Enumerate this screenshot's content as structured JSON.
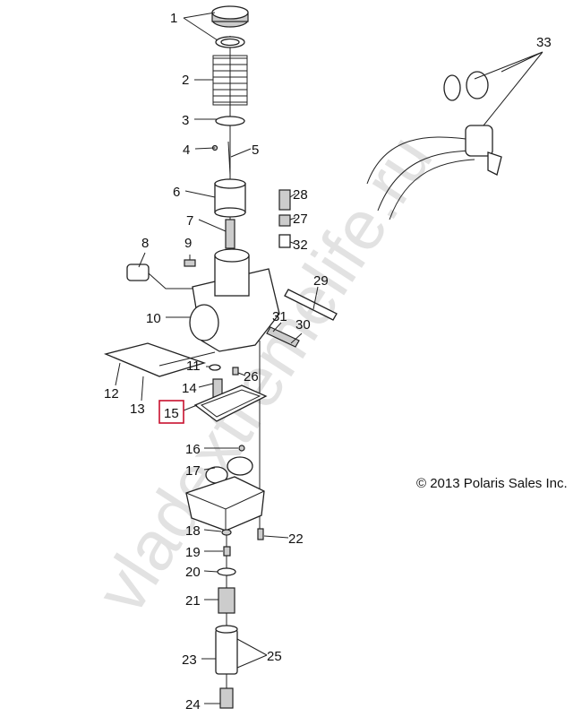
{
  "watermark": "vladextremelife.ru",
  "copyright": "© 2013 Polaris Sales Inc.",
  "highlighted_part": "15",
  "highlight_color": "#c8102e",
  "callouts": [
    "1",
    "2",
    "3",
    "4",
    "5",
    "6",
    "7",
    "8",
    "9",
    "10",
    "11",
    "12",
    "13",
    "14",
    "15",
    "16",
    "17",
    "18",
    "19",
    "20",
    "21",
    "22",
    "23",
    "24",
    "25",
    "26",
    "27",
    "28",
    "29",
    "30",
    "31",
    "32",
    "33"
  ]
}
